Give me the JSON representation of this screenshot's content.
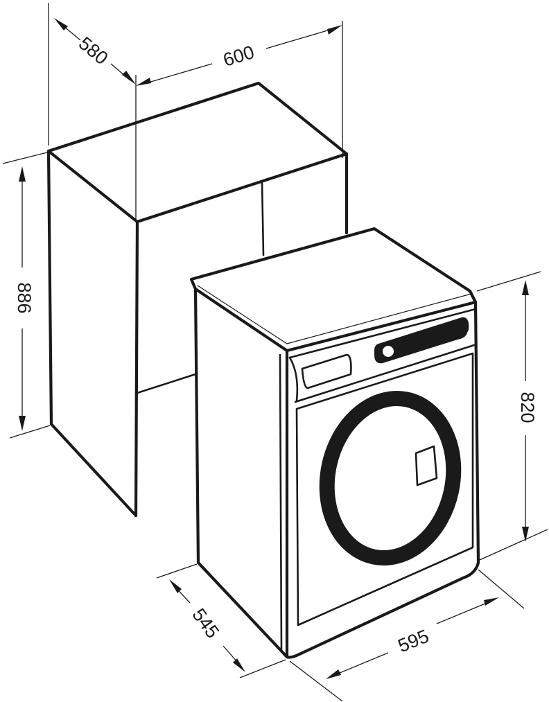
{
  "cabinet": {
    "width": "600",
    "depth": "580",
    "height": "886"
  },
  "appliance": {
    "width": "595",
    "depth": "545",
    "height": "820"
  }
}
